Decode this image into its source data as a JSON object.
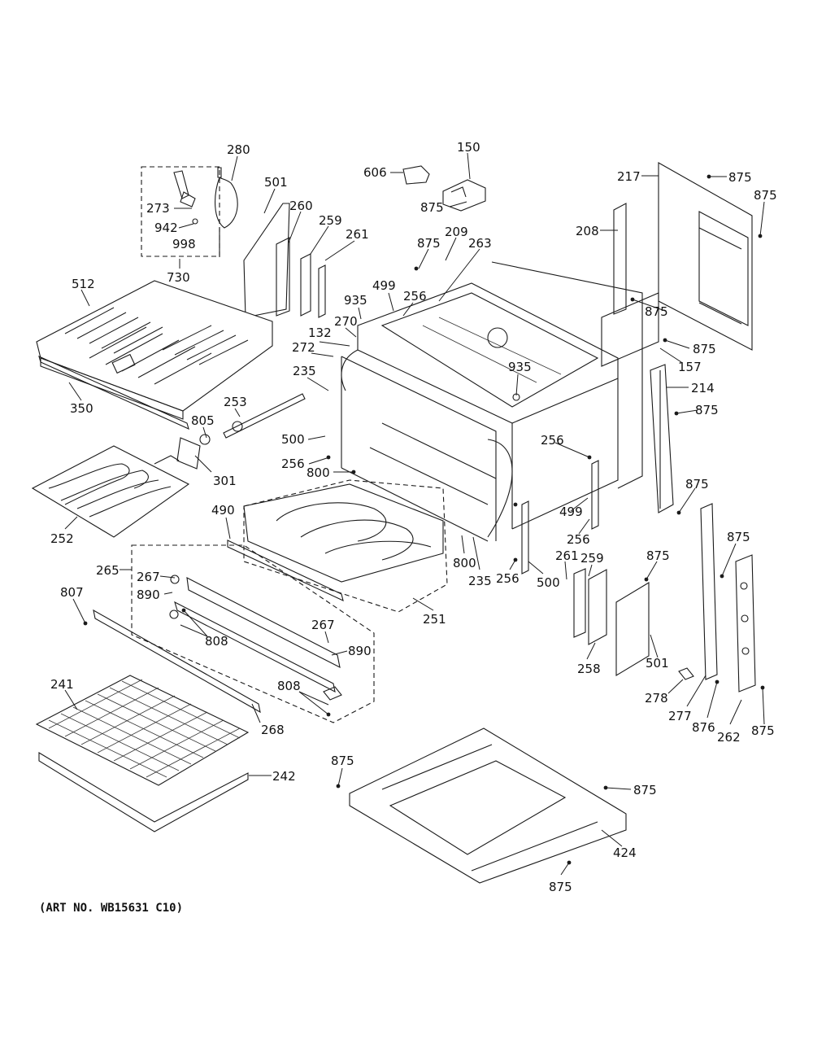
{
  "figure": {
    "caption": "(ART NO. WB15631 C10)"
  },
  "callouts": [
    {
      "id": "c-280",
      "text": "280"
    },
    {
      "id": "c-501a",
      "text": "501"
    },
    {
      "id": "c-273",
      "text": "273"
    },
    {
      "id": "c-942",
      "text": "942"
    },
    {
      "id": "c-998",
      "text": "998"
    },
    {
      "id": "c-730",
      "text": "730"
    },
    {
      "id": "c-260",
      "text": "260"
    },
    {
      "id": "c-259a",
      "text": "259"
    },
    {
      "id": "c-261a",
      "text": "261"
    },
    {
      "id": "c-606",
      "text": "606"
    },
    {
      "id": "c-150",
      "text": "150"
    },
    {
      "id": "c-875a",
      "text": "875"
    },
    {
      "id": "c-209",
      "text": "209"
    },
    {
      "id": "c-875b",
      "text": "875"
    },
    {
      "id": "c-263",
      "text": "263"
    },
    {
      "id": "c-217",
      "text": "217"
    },
    {
      "id": "c-875c",
      "text": "875"
    },
    {
      "id": "c-875d",
      "text": "875"
    },
    {
      "id": "c-208",
      "text": "208"
    },
    {
      "id": "c-875e",
      "text": "875"
    },
    {
      "id": "c-512",
      "text": "512"
    },
    {
      "id": "c-499a",
      "text": "499"
    },
    {
      "id": "c-935a",
      "text": "935"
    },
    {
      "id": "c-256a",
      "text": "256"
    },
    {
      "id": "c-270",
      "text": "270"
    },
    {
      "id": "c-132",
      "text": "132"
    },
    {
      "id": "c-272",
      "text": "272"
    },
    {
      "id": "c-875f",
      "text": "875"
    },
    {
      "id": "c-157",
      "text": "157"
    },
    {
      "id": "c-935b",
      "text": "935"
    },
    {
      "id": "c-235a",
      "text": "235"
    },
    {
      "id": "c-214",
      "text": "214"
    },
    {
      "id": "c-350",
      "text": "350"
    },
    {
      "id": "c-253",
      "text": "253"
    },
    {
      "id": "c-875g",
      "text": "875"
    },
    {
      "id": "c-805",
      "text": "805"
    },
    {
      "id": "c-500a",
      "text": "500"
    },
    {
      "id": "c-256b",
      "text": "256"
    },
    {
      "id": "c-256c",
      "text": "256"
    },
    {
      "id": "c-800a",
      "text": "800"
    },
    {
      "id": "c-301",
      "text": "301"
    },
    {
      "id": "c-875h",
      "text": "875"
    },
    {
      "id": "c-499b",
      "text": "499"
    },
    {
      "id": "c-490",
      "text": "490"
    },
    {
      "id": "c-252",
      "text": "252"
    },
    {
      "id": "c-256d",
      "text": "256"
    },
    {
      "id": "c-875i",
      "text": "875"
    },
    {
      "id": "c-265",
      "text": "265"
    },
    {
      "id": "c-261b",
      "text": "261"
    },
    {
      "id": "c-259b",
      "text": "259"
    },
    {
      "id": "c-875j",
      "text": "875"
    },
    {
      "id": "c-800b",
      "text": "800"
    },
    {
      "id": "c-267a",
      "text": "267"
    },
    {
      "id": "c-890a",
      "text": "890"
    },
    {
      "id": "c-235b",
      "text": "235"
    },
    {
      "id": "c-256e",
      "text": "256"
    },
    {
      "id": "c-500b",
      "text": "500"
    },
    {
      "id": "c-807",
      "text": "807"
    },
    {
      "id": "c-251",
      "text": "251"
    },
    {
      "id": "c-267b",
      "text": "267"
    },
    {
      "id": "c-808a",
      "text": "808"
    },
    {
      "id": "c-890b",
      "text": "890"
    },
    {
      "id": "c-258",
      "text": "258"
    },
    {
      "id": "c-501b",
      "text": "501"
    },
    {
      "id": "c-808b",
      "text": "808"
    },
    {
      "id": "c-241",
      "text": "241"
    },
    {
      "id": "c-278",
      "text": "278"
    },
    {
      "id": "c-277",
      "text": "277"
    },
    {
      "id": "c-876",
      "text": "876"
    },
    {
      "id": "c-262",
      "text": "262"
    },
    {
      "id": "c-875k",
      "text": "875"
    },
    {
      "id": "c-268",
      "text": "268"
    },
    {
      "id": "c-242",
      "text": "242"
    },
    {
      "id": "c-875l",
      "text": "875"
    },
    {
      "id": "c-875m",
      "text": "875"
    },
    {
      "id": "c-424",
      "text": "424"
    },
    {
      "id": "c-875n",
      "text": "875"
    }
  ]
}
